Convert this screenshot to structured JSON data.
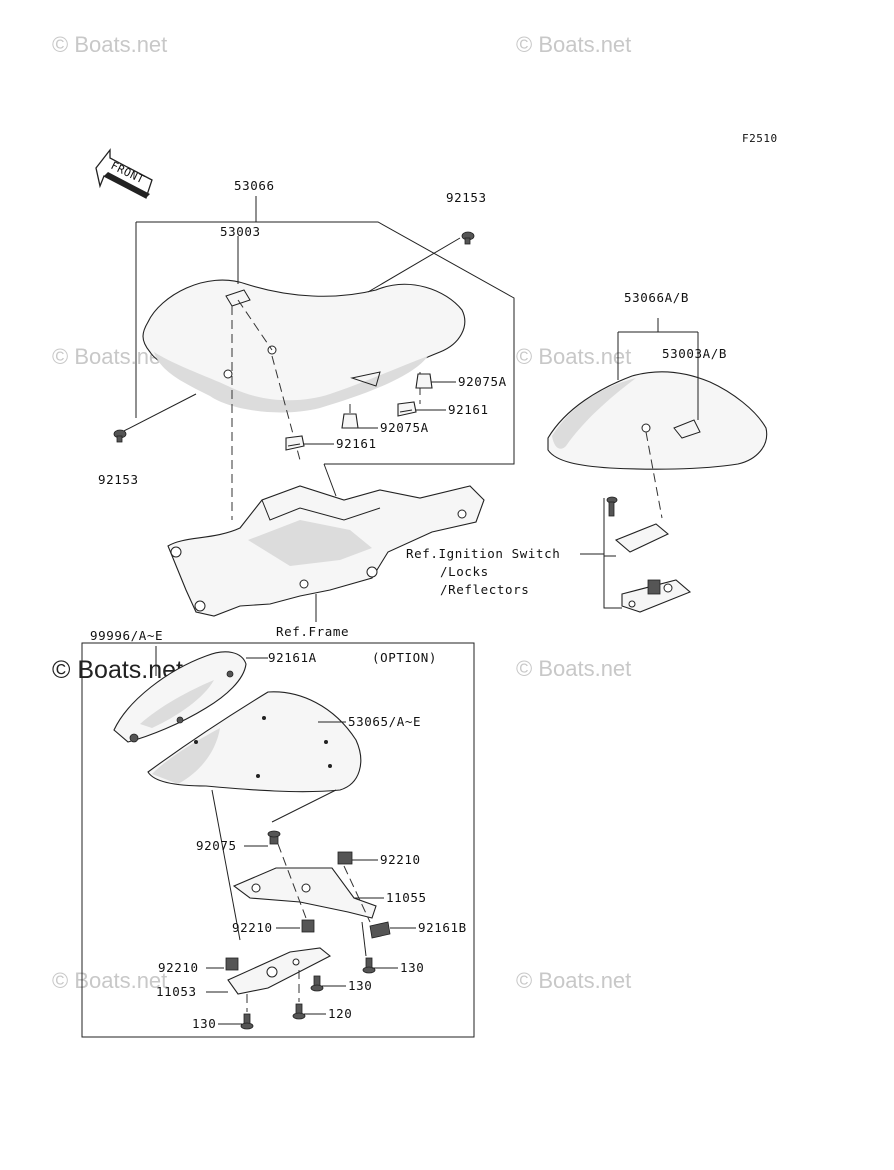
{
  "watermarks": {
    "text": "© Boats.net",
    "prominent": "© Boats.net"
  },
  "figure_code": "F2510",
  "front_arrow": "FRONT",
  "labels": {
    "p53066": "53066",
    "p53003": "53003",
    "p92153_top": "92153",
    "p92153_bottom": "92153",
    "p92075A_1": "92075A",
    "p92075A_2": "92075A",
    "p92161_1": "92161",
    "p92161_2": "92161",
    "p53066AB": "53066A/B",
    "p53003AB": "53003A/B",
    "ref_ignition_1": "Ref.Ignition Switch",
    "ref_ignition_2": "/Locks",
    "ref_ignition_3": "/Reflectors",
    "ref_frame": "Ref.Frame",
    "p99996": "99996/A~E",
    "p92161A": "92161A",
    "option": "(OPTION)",
    "p53065": "53065/A~E",
    "p92075": "92075",
    "p92210_1": "92210",
    "p11055": "11055",
    "p92210_2": "92210",
    "p92161B": "92161B",
    "p92210_3": "92210",
    "p130_1": "130",
    "p11053": "11053",
    "p130_2": "130",
    "p130_3": "130",
    "p120": "120"
  }
}
